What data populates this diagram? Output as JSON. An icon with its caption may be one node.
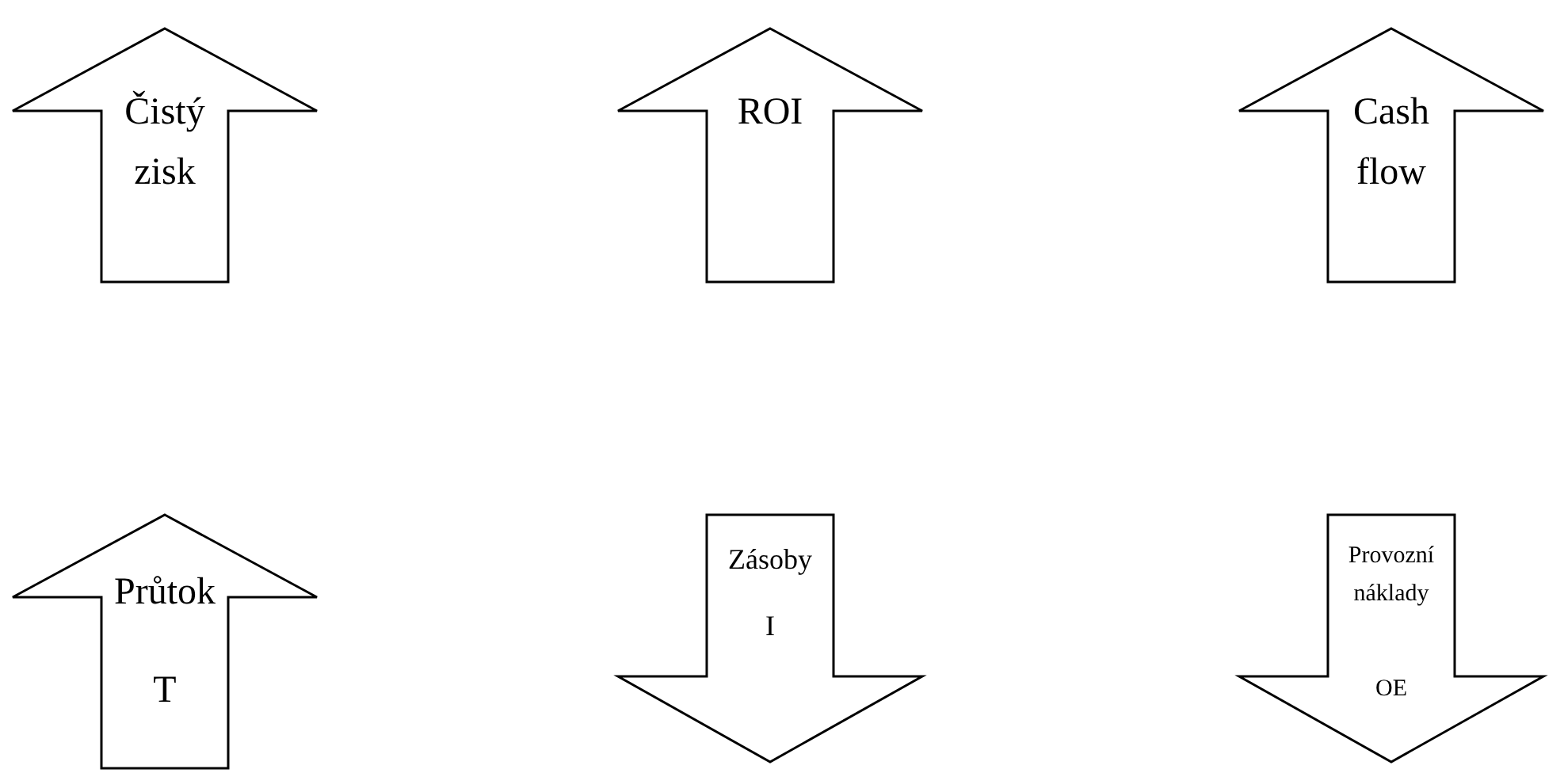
{
  "diagram": {
    "nodes": [
      {
        "text": [
          "Čistý zisk"
        ]
      },
      {
        "text": [
          "ROI"
        ]
      },
      {
        "text": [
          "Cash flow"
        ]
      },
      {
        "text": [
          "Průtok",
          "T"
        ]
      },
      {
        "text": [
          "Zásoby",
          "I"
        ]
      },
      {
        "text": [
          "Provozní náklady",
          "OE"
        ]
      }
    ]
  }
}
